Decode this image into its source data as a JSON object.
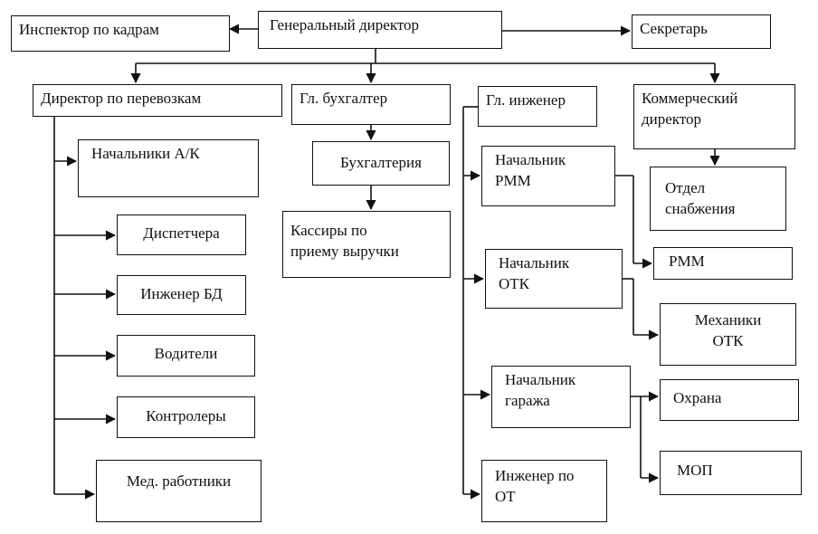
{
  "org_chart": {
    "ceo": "Генеральный директор",
    "hr_inspector": "Инспектор по кадрам",
    "secretary": "Секретарь",
    "transport_director": "Директор по перевозкам",
    "chief_accountant": "Гл. бухгалтер",
    "chief_engineer": "Гл. инженер",
    "commercial_director": "Коммерческий\nдиректор",
    "heads_ak": "Начальники А/К",
    "dispatchers": "Диспетчера",
    "engineer_bd": "Инженер БД",
    "drivers": "Водители",
    "controllers": "Контролеры",
    "medical": "Мед. работники",
    "accounting": "Бухгалтерия",
    "cashiers": "Кассиры по\nприему выручки",
    "head_rmm": "Начальник\nРММ",
    "head_otk": "Начальник\nОТК",
    "head_garage": "Начальник\nгаража",
    "safety_engineer": "Инженер по\nОТ",
    "supply_dept": "Отдел\nснабжения",
    "rmm": "РММ",
    "mechanics_otk": "Механики\nОТК",
    "security": "Охрана",
    "mop": "МОП"
  }
}
